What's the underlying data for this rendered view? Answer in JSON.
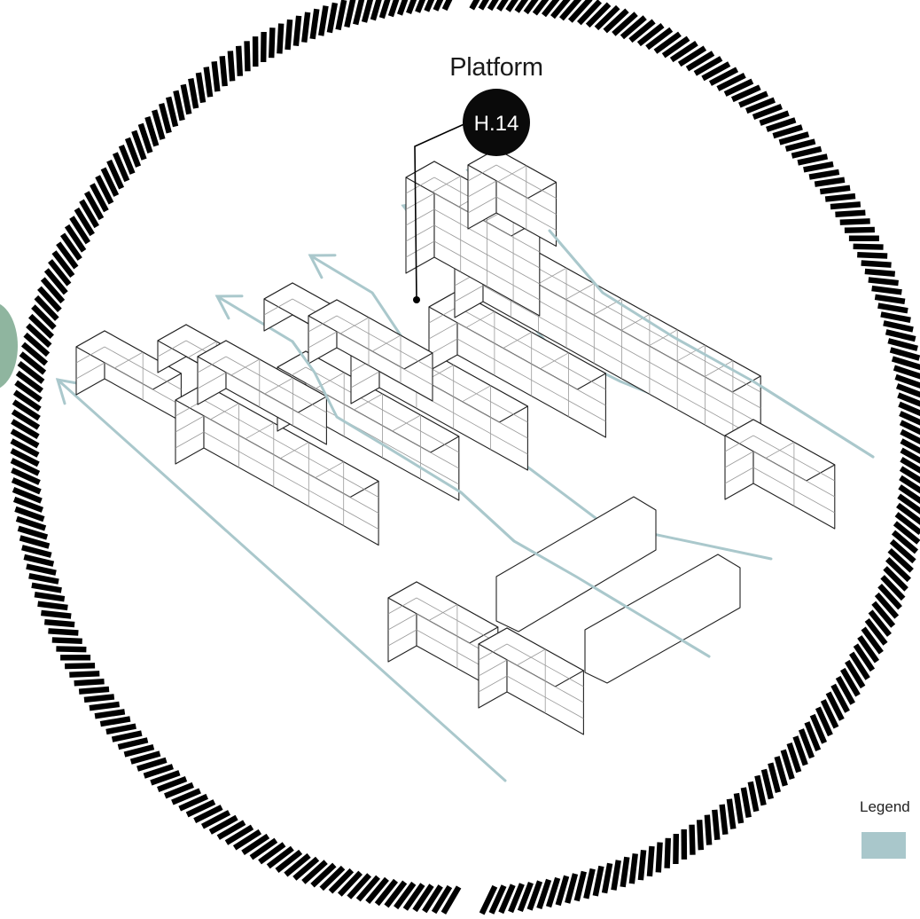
{
  "platform_label": "Platform",
  "marker": {
    "label": "H.14"
  },
  "legend": {
    "title": "Legend"
  },
  "colors": {
    "flow_line": "#aac8cc",
    "legend_swatch": "#a9c7cb",
    "marker_fill": "#0a0a0a",
    "ring_dash": "#000000",
    "building_stroke": "#222222",
    "floor_line": "#9a9a9a",
    "side_tab": "#8fb59f"
  },
  "icons": {
    "ring": "dashed-circle-frame",
    "arrow": "flow-arrow-icon"
  }
}
